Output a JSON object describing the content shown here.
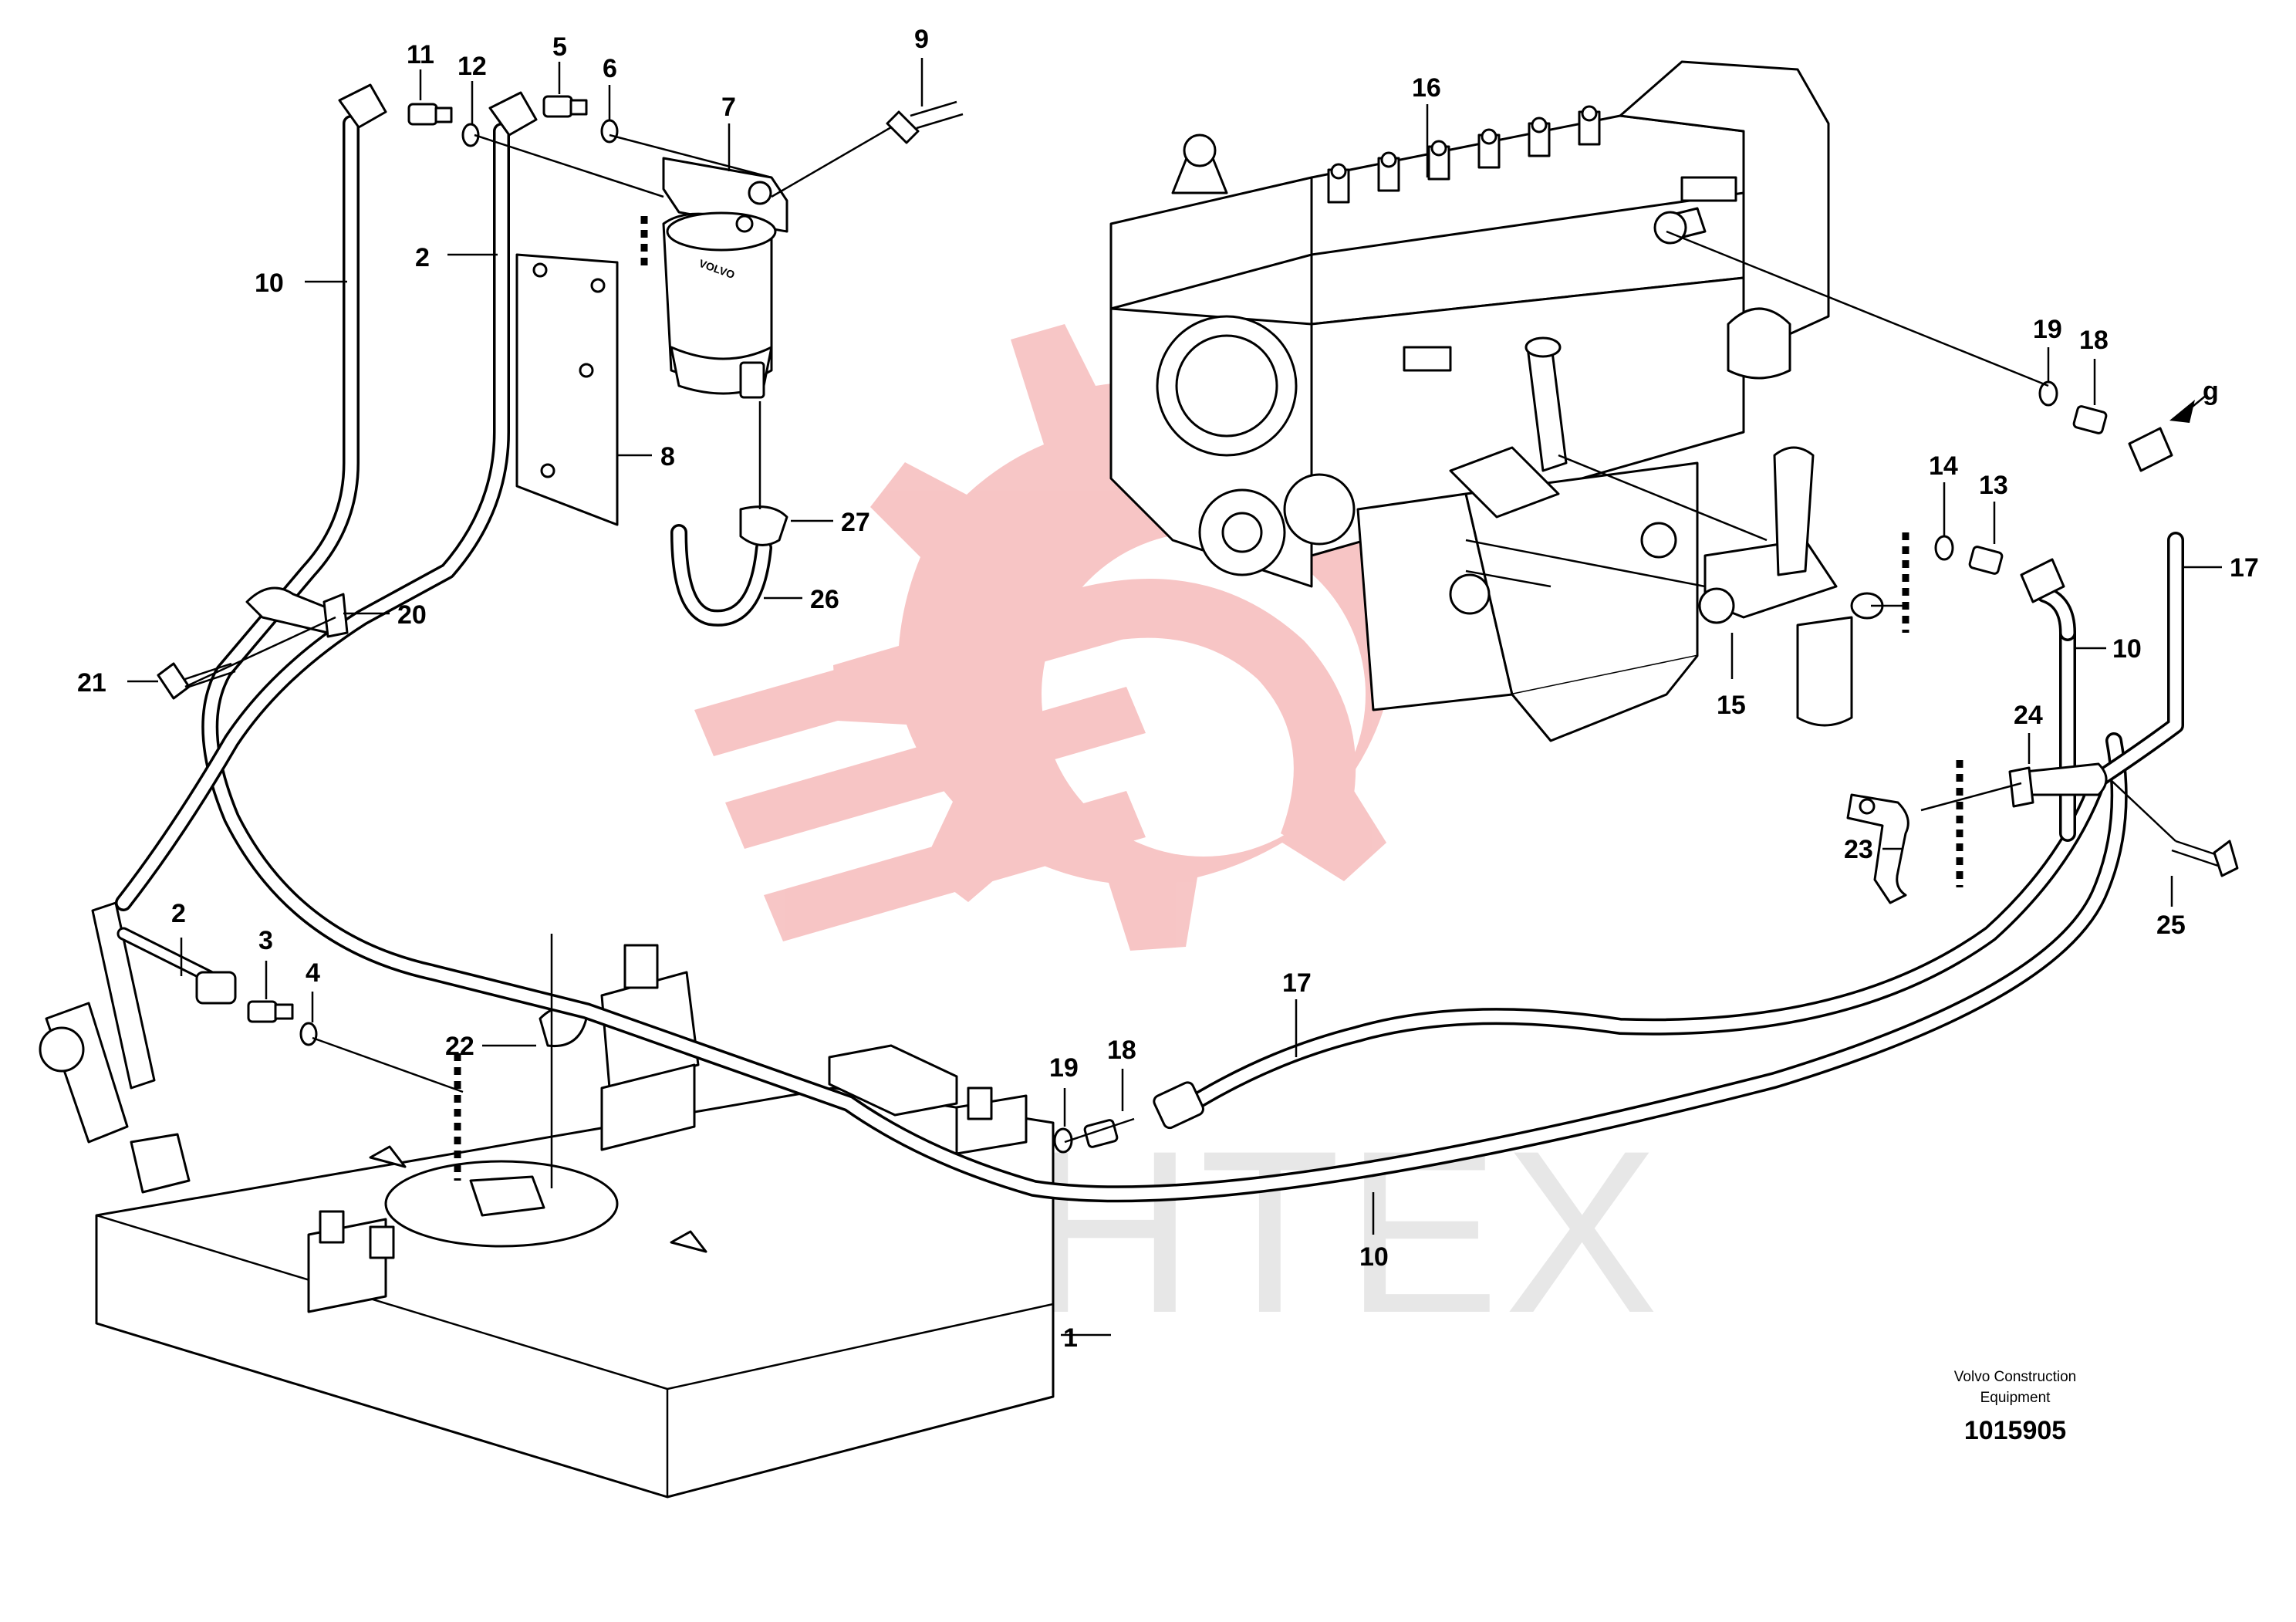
{
  "watermark": {
    "text": "ИНТЕХ",
    "gear_color": "#f4b6b6"
  },
  "caption": {
    "line1": "Volvo Construction",
    "line2": "Equipment",
    "doc_number": "1015905"
  },
  "labels": {
    "l1": "1",
    "l2a": "2",
    "l2b": "2",
    "l3": "3",
    "l4": "4",
    "l5": "5",
    "l6": "6",
    "l7": "7",
    "l8": "8",
    "l9": "9",
    "l10a": "10",
    "l10b": "10",
    "l10c": "10",
    "l11": "11",
    "l12": "12",
    "l13": "13",
    "l14": "14",
    "l15": "15",
    "l16": "16",
    "l17a": "17",
    "l17b": "17",
    "l18a": "18",
    "l18b": "18",
    "l19a": "19",
    "l19b": "19",
    "l20": "20",
    "l21": "21",
    "l22": "22",
    "l23": "23",
    "l24": "24",
    "l25": "25",
    "l26": "26",
    "l27": "27",
    "lg": "g"
  }
}
